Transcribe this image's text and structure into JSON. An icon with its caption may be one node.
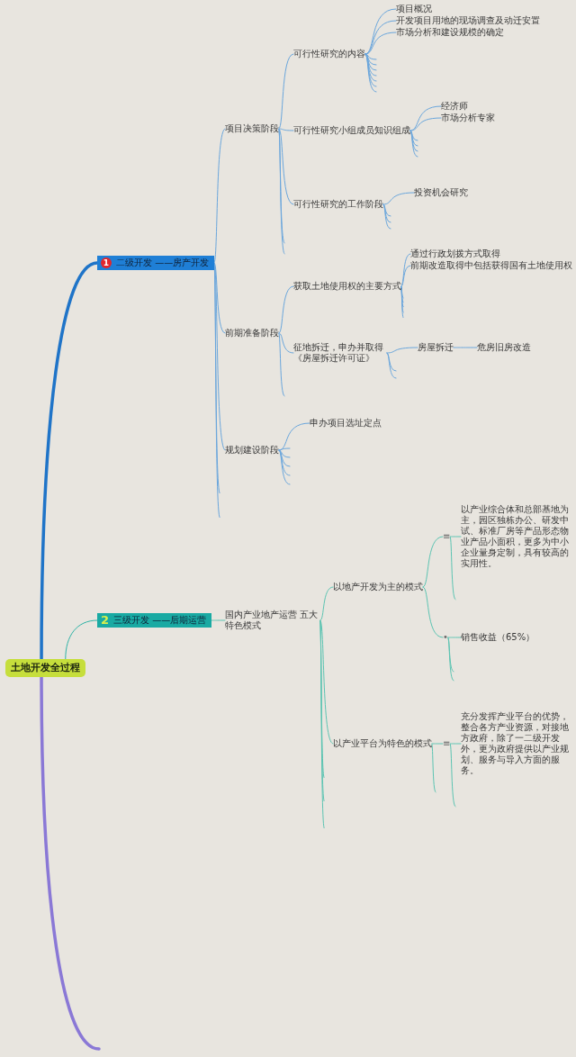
{
  "diagram": {
    "nodes": [
      {
        "text": [
          "土地开发全过程"
        ]
      },
      {
        "text": [
          "1",
          "二级开发 ——房产开发"
        ]
      },
      {
        "text": [
          "项目决策阶段"
        ]
      },
      {
        "text": [
          "可行性研究的内容"
        ]
      },
      {
        "text": [
          "项目概况"
        ]
      },
      {
        "text": [
          "开发项目用地的现场调查及动迁安置"
        ]
      },
      {
        "text": [
          "市场分析和建设规模的确定"
        ]
      },
      {
        "text": [
          "可行性研究小组成员知识组成"
        ]
      },
      {
        "text": [
          "经济师"
        ]
      },
      {
        "text": [
          "市场分析专家"
        ]
      },
      {
        "text": [
          "可行性研究的工作阶段"
        ]
      },
      {
        "text": [
          "投资机会研究"
        ]
      },
      {
        "text": [
          "前期准备阶段"
        ]
      },
      {
        "text": [
          "获取土地使用权的主要方式"
        ]
      },
      {
        "text": [
          "通过行政划拨方式取得"
        ]
      },
      {
        "text": [
          "前期改造取得中包括获得国有土地使用权"
        ]
      },
      {
        "text": [
          "征地拆迁，申办并取得《房屋拆迁许可证》"
        ]
      },
      {
        "text": [
          "房屋拆迁"
        ]
      },
      {
        "text": [
          "危房旧房改造"
        ]
      },
      {
        "text": [
          "规划建设阶段"
        ]
      },
      {
        "text": [
          "申办项目选址定点"
        ]
      },
      {
        "text": [
          "2",
          "三级开发 ——后期运营"
        ]
      },
      {
        "text": [
          "国内产业地产运营 五大特色模式"
        ]
      },
      {
        "text": [
          "以地产开发为主的模式"
        ]
      },
      {
        "text": [
          "≡"
        ]
      },
      {
        "text": [
          "以产业综合体和总部基地为主，园区独栋办公、研发中试、标准厂房等产品形态物业产品小面积，更多为中小企业量身定制，具有较高的实用性。"
        ]
      },
      {
        "text": [
          "•"
        ]
      },
      {
        "text": [
          "销售收益（65%）"
        ]
      },
      {
        "text": [
          "以产业平台为特色的模式"
        ]
      },
      {
        "text": [
          "≡"
        ]
      },
      {
        "text": [
          "充分发挥产业平台的优势，整合各方产业资源，对接地方政府，除了一二级开发外，更为政府提供以产业规划、服务与导入方面的服务。"
        ]
      }
    ],
    "edges": [
      {
        "from": 0,
        "to": 1,
        "arrow": "none",
        "style": "thick",
        "color": "#1f74c8"
      },
      {
        "from": 0,
        "to": 21,
        "arrow": "none",
        "color": "#2fb3a6"
      },
      {
        "from": 0,
        "to": null,
        "arrow": "none",
        "style": "thick",
        "color": "#8a78d6"
      },
      {
        "from": 1,
        "to": 2,
        "arrow": "none"
      },
      {
        "from": 1,
        "to": 12,
        "arrow": "none"
      },
      {
        "from": 1,
        "to": 19,
        "arrow": "none"
      },
      {
        "from": 1,
        "to": null,
        "arrow": "none"
      },
      {
        "from": 1,
        "to": null,
        "arrow": "none"
      },
      {
        "from": 2,
        "to": 3,
        "arrow": "none"
      },
      {
        "from": 2,
        "to": 7,
        "arrow": "none"
      },
      {
        "from": 2,
        "to": 10,
        "arrow": "none"
      },
      {
        "from": 2,
        "to": null,
        "arrow": "none"
      },
      {
        "from": 2,
        "to": null,
        "arrow": "none"
      },
      {
        "from": 3,
        "to": 4,
        "arrow": "none"
      },
      {
        "from": 3,
        "to": 5,
        "arrow": "none"
      },
      {
        "from": 3,
        "to": 6,
        "arrow": "none"
      },
      {
        "from": 3,
        "to": null,
        "arrow": "none"
      },
      {
        "from": 3,
        "to": null,
        "arrow": "none"
      },
      {
        "from": 3,
        "to": null,
        "arrow": "none"
      },
      {
        "from": 3,
        "to": null,
        "arrow": "none"
      },
      {
        "from": 3,
        "to": null,
        "arrow": "none"
      },
      {
        "from": 3,
        "to": null,
        "arrow": "none"
      },
      {
        "from": 3,
        "to": null,
        "arrow": "none"
      },
      {
        "from": 7,
        "to": 8,
        "arrow": "none"
      },
      {
        "from": 7,
        "to": 9,
        "arrow": "none"
      },
      {
        "from": 7,
        "to": null,
        "arrow": "none"
      },
      {
        "from": 7,
        "to": null,
        "arrow": "none"
      },
      {
        "from": 7,
        "to": null,
        "arrow": "none"
      },
      {
        "from": 7,
        "to": null,
        "arrow": "none"
      },
      {
        "from": 10,
        "to": 11,
        "arrow": "none"
      },
      {
        "from": 10,
        "to": null,
        "arrow": "none"
      },
      {
        "from": 10,
        "to": null,
        "arrow": "none"
      },
      {
        "from": 10,
        "to": null,
        "arrow": "none"
      },
      {
        "from": 12,
        "to": 13,
        "arrow": "none"
      },
      {
        "from": 12,
        "to": 16,
        "arrow": "none"
      },
      {
        "from": 12,
        "to": null,
        "arrow": "none"
      },
      {
        "from": 13,
        "to": 14,
        "arrow": "none"
      },
      {
        "from": 13,
        "to": 15,
        "arrow": "none"
      },
      {
        "from": 13,
        "to": null,
        "arrow": "none"
      },
      {
        "from": 13,
        "to": null,
        "arrow": "none"
      },
      {
        "from": 13,
        "to": null,
        "arrow": "none"
      },
      {
        "from": 13,
        "to": null,
        "arrow": "none"
      },
      {
        "from": 13,
        "to": null,
        "arrow": "none"
      },
      {
        "from": 16,
        "to": 17,
        "arrow": "none"
      },
      {
        "from": 16,
        "to": null,
        "arrow": "none"
      },
      {
        "from": 16,
        "to": null,
        "arrow": "none"
      },
      {
        "from": 17,
        "to": 18,
        "arrow": "none"
      },
      {
        "from": 19,
        "to": 20,
        "arrow": "none"
      },
      {
        "from": 19,
        "to": null,
        "arrow": "none"
      },
      {
        "from": 19,
        "to": null,
        "arrow": "none"
      },
      {
        "from": 19,
        "to": null,
        "arrow": "none"
      },
      {
        "from": 19,
        "to": null,
        "arrow": "none"
      },
      {
        "from": 19,
        "to": null,
        "arrow": "none"
      },
      {
        "from": 21,
        "to": 22,
        "arrow": "none",
        "color": "#5cc4b2"
      },
      {
        "from": 22,
        "to": 23,
        "arrow": "none",
        "color": "#5cc4b2"
      },
      {
        "from": 22,
        "to": 28,
        "arrow": "none",
        "color": "#5cc4b2"
      },
      {
        "from": 22,
        "to": null,
        "arrow": "none",
        "color": "#5cc4b2"
      },
      {
        "from": 22,
        "to": null,
        "arrow": "none",
        "color": "#5cc4b2"
      },
      {
        "from": 22,
        "to": null,
        "arrow": "none",
        "color": "#5cc4b2"
      },
      {
        "from": 23,
        "to": 24,
        "arrow": "none",
        "color": "#5cc4b2"
      },
      {
        "from": 23,
        "to": 26,
        "arrow": "none",
        "color": "#5cc4b2"
      },
      {
        "from": 24,
        "to": 25,
        "arrow": "none",
        "color": "#5cc4b2"
      },
      {
        "from": 24,
        "to": null,
        "arrow": "none",
        "color": "#5cc4b2"
      },
      {
        "from": 26,
        "to": 27,
        "arrow": "none",
        "color": "#5cc4b2"
      },
      {
        "from": 26,
        "to": null,
        "arrow": "none",
        "color": "#5cc4b2"
      },
      {
        "from": 26,
        "to": null,
        "arrow": "none",
        "color": "#5cc4b2"
      },
      {
        "from": 28,
        "to": 29,
        "arrow": "none",
        "color": "#5cc4b2"
      },
      {
        "from": 28,
        "to": null,
        "arrow": "none",
        "color": "#5cc4b2"
      },
      {
        "from": 29,
        "to": 30,
        "arrow": "none",
        "color": "#5cc4b2"
      },
      {
        "from": 29,
        "to": null,
        "arrow": "none",
        "color": "#5cc4b2"
      }
    ]
  }
}
